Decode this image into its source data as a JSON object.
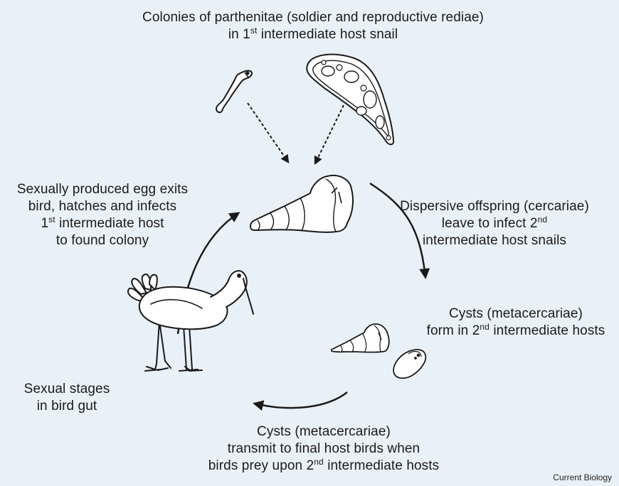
{
  "figure": {
    "credit": "Current Biology"
  },
  "labels": {
    "colonies": {
      "line1": "Colonies of parthenitae (soldier and reproductive rediae)",
      "line2_a": "in 1",
      "line2_sup": "st",
      "line2_b": " intermediate host snail"
    },
    "egg": {
      "line1": "Sexually produced egg exits",
      "line2": "bird, hatches and infects",
      "line3_a": "1",
      "line3_sup": "st",
      "line3_b": " intermediate host",
      "line4": "to found colony"
    },
    "dispersive": {
      "line1": "Dispersive offspring (cercariae)",
      "line2_a": "leave to infect 2",
      "line2_sup": "nd",
      "line3": "intermediate host snails"
    },
    "cysts_form": {
      "line1": "Cysts (metacercariae)",
      "line2_a": "form in 2",
      "line2_sup": "nd",
      "line2_b": " intermediate hosts"
    },
    "sexual": {
      "line1": "Sexual stages",
      "line2": "in bird gut"
    },
    "transmit": {
      "line1": "Cysts (metacercariae)",
      "line2": "transmit to final host birds when",
      "line3_a": "birds prey upon 2",
      "line3_sup": "nd",
      "line3_b": " intermediate hosts"
    }
  },
  "icons": {
    "soldier_redia": "soldier-redia-icon",
    "reproductive_redia": "reproductive-redia-icon",
    "snail": "snail-icon",
    "bird": "shorebird-icon",
    "cyst": "cyst-icon"
  },
  "colors": {
    "background": "#e9f1f8",
    "stroke": "#1a1a1a",
    "fill": "#ffffff"
  }
}
